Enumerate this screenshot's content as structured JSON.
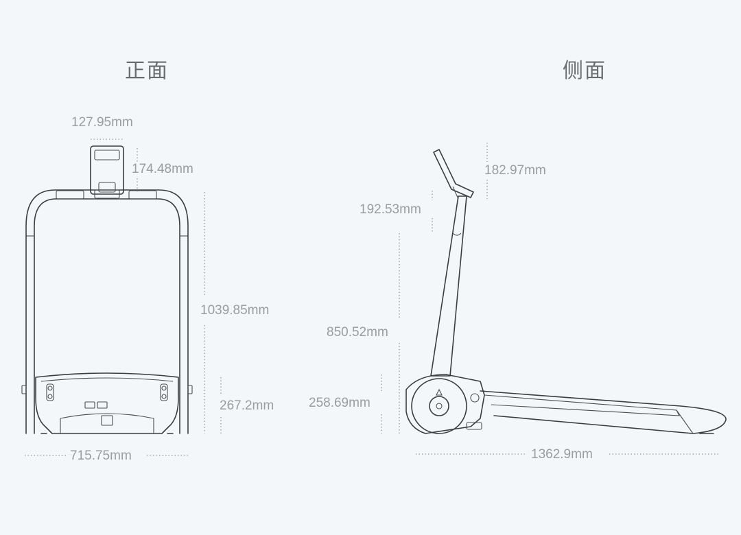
{
  "views": {
    "front": {
      "title": "正面",
      "dims": {
        "handle_width": "127.95mm",
        "handle_height": "174.48mm",
        "total_height": "1039.85mm",
        "base_height": "267.2mm",
        "width": "715.75mm"
      }
    },
    "side": {
      "title": "侧面",
      "dims": {
        "handle_height": "182.97mm",
        "handle_offset": "192.53mm",
        "post_height": "850.52mm",
        "base_height": "258.69mm",
        "length": "1362.9mm"
      }
    }
  }
}
